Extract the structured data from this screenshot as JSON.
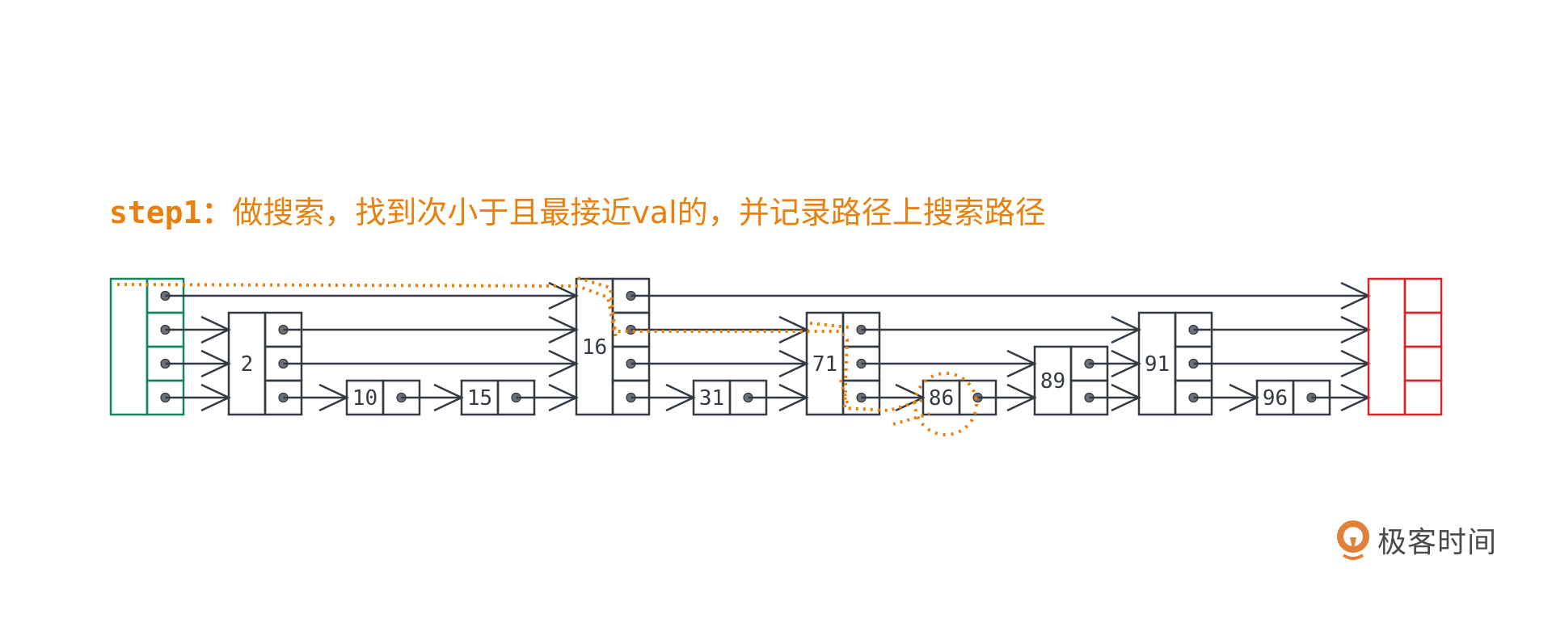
{
  "title": {
    "prefix": "step1：",
    "text": "做搜索，找到次小于且最接近val的，并记录路径上搜索路径"
  },
  "colors": {
    "accent": "#e8800f",
    "node": "#333a44",
    "head": "#14865a",
    "tail": "#d9262c",
    "dot": "#6b717b"
  },
  "skiplist": {
    "head_levels": 4,
    "tail_levels": 4,
    "nodes": [
      {
        "key": "2",
        "levels": 3
      },
      {
        "key": "10",
        "levels": 1
      },
      {
        "key": "15",
        "levels": 1
      },
      {
        "key": "16",
        "levels": 4
      },
      {
        "key": "31",
        "levels": 1
      },
      {
        "key": "71",
        "levels": 3
      },
      {
        "key": "86",
        "levels": 1
      },
      {
        "key": "89",
        "levels": 2
      },
      {
        "key": "91",
        "levels": 3
      },
      {
        "key": "96",
        "levels": 1
      }
    ],
    "search_path": [
      "head",
      "16",
      "71",
      "86"
    ],
    "highlighted_key": "86"
  },
  "logo": {
    "text": "极客时间"
  }
}
